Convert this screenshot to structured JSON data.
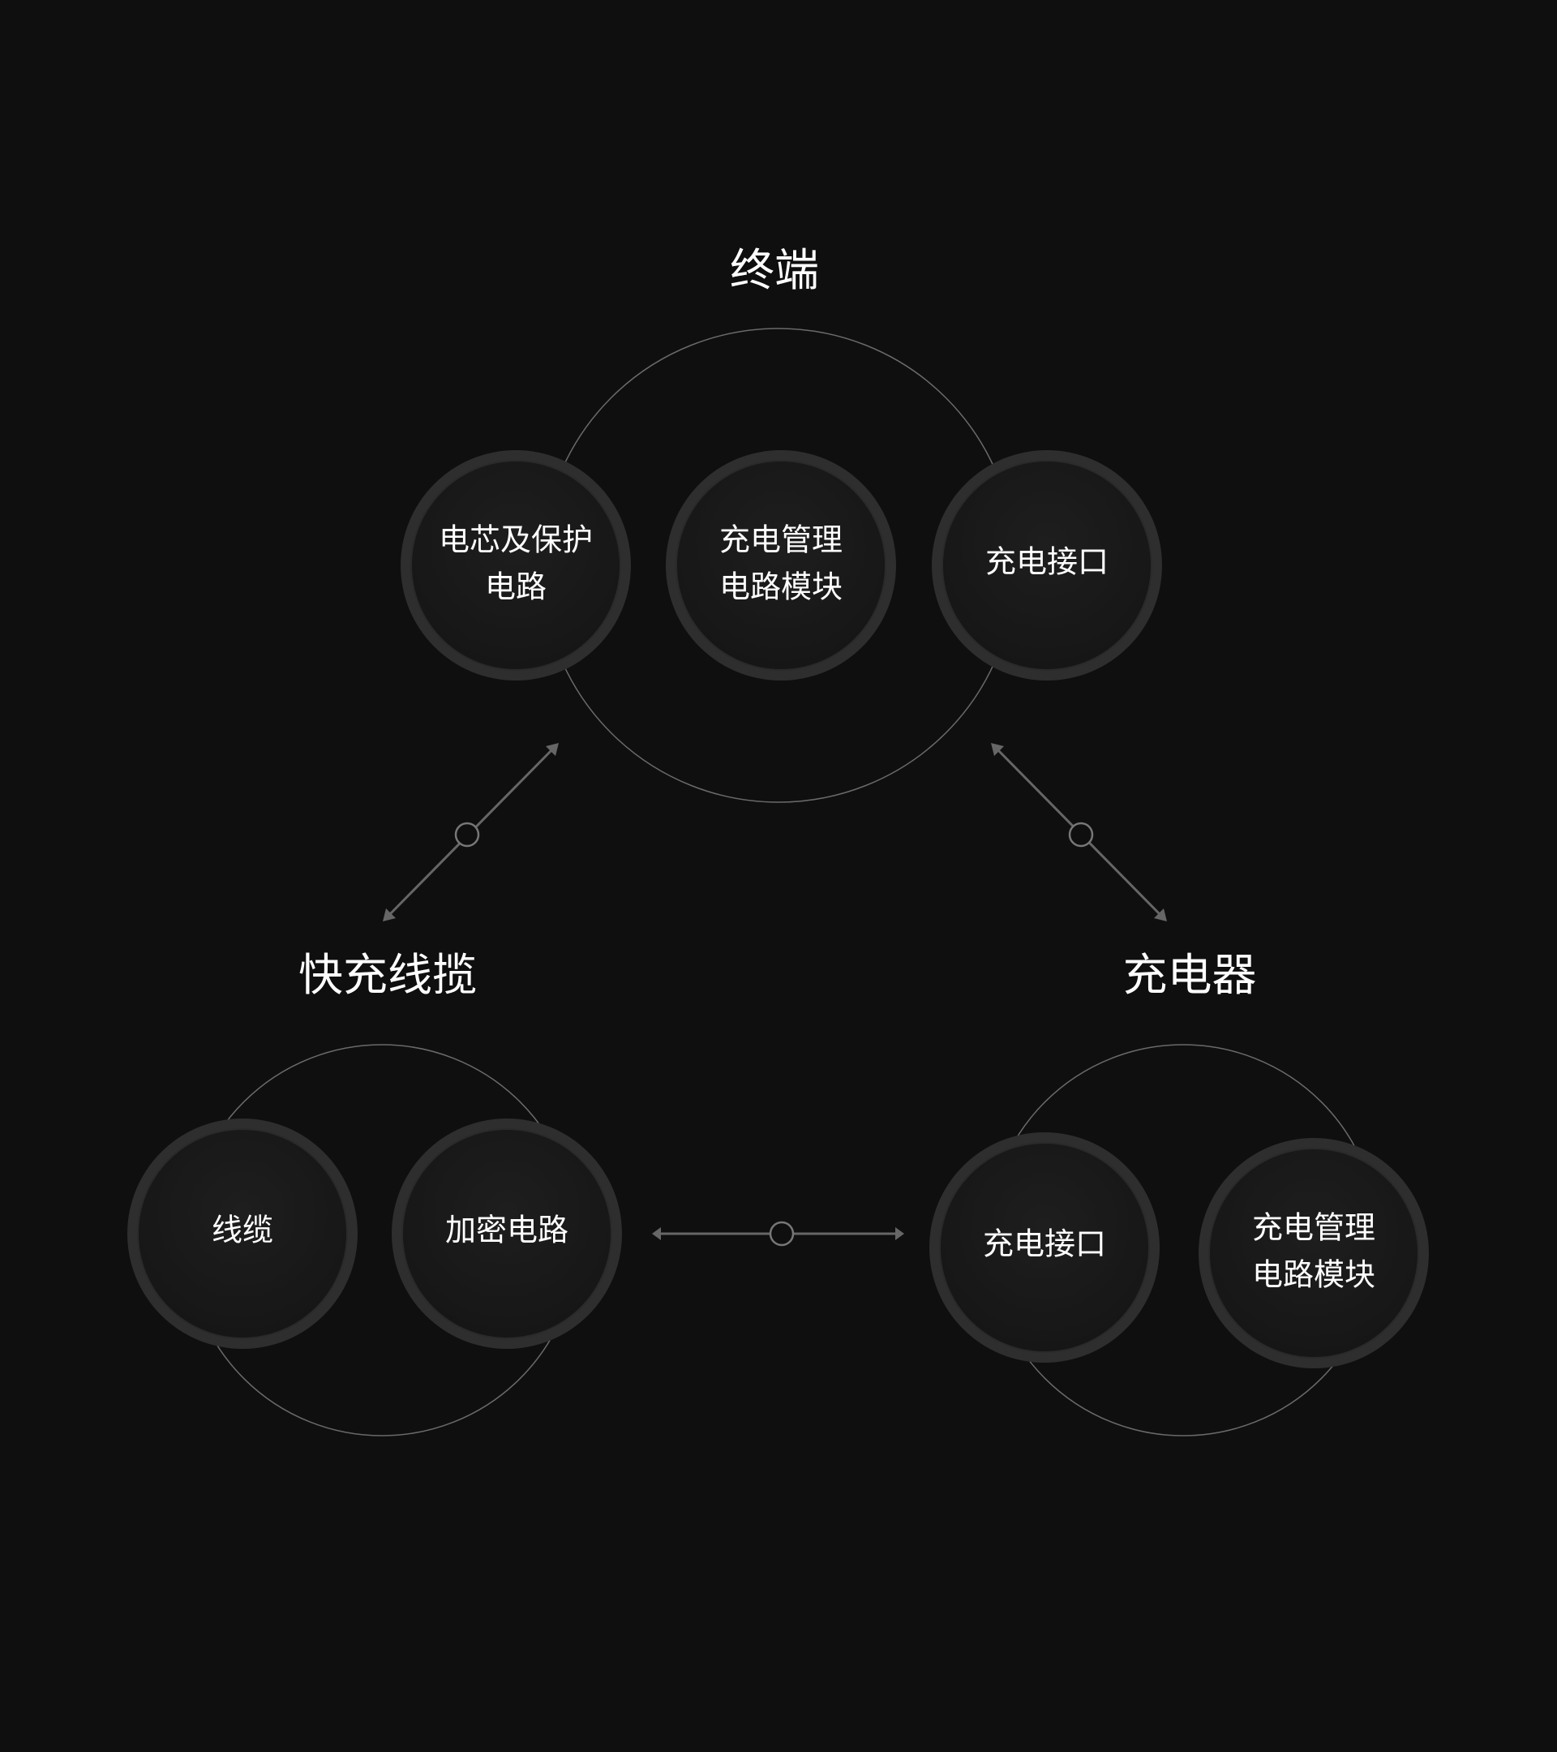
{
  "groups": {
    "terminal": {
      "title": "终端",
      "nodes": [
        {
          "line1": "电芯及保护",
          "line2": "电路"
        },
        {
          "line1": "充电管理",
          "line2": "电路模块"
        },
        {
          "line1": "充电接口"
        }
      ]
    },
    "cable": {
      "title": "快充线揽",
      "nodes": [
        {
          "line1": "线缆"
        },
        {
          "line1": "加密电路"
        }
      ]
    },
    "charger": {
      "title": "充电器",
      "nodes": [
        {
          "line1": "充电接口"
        },
        {
          "line1": "充电管理",
          "line2": "电路模块"
        }
      ]
    }
  },
  "colors": {
    "background": "#0f0f0f",
    "ring": "#6a6a6a",
    "connector": "#666666",
    "text": "#ffffff"
  }
}
